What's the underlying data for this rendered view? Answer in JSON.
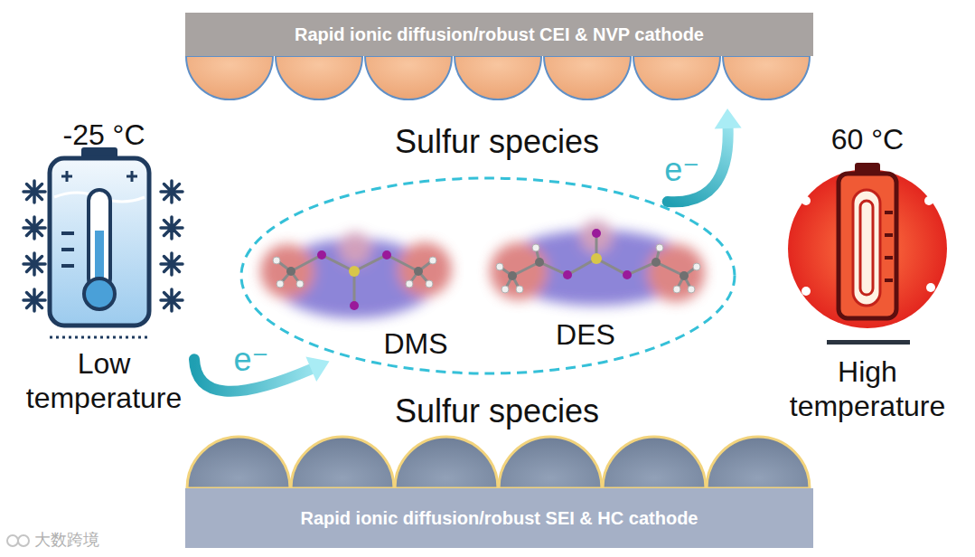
{
  "diagram": {
    "nodes": [
      {
        "text": [
          "Rapid ionic diffusion/robust CEI & NVP cathode"
        ]
      },
      {
        "text": [
          "-25 °C",
          "Low temperature"
        ]
      },
      {
        "text": [
          "DMS",
          "DES"
        ]
      },
      {
        "text": [
          "60 °C",
          "High temperature"
        ]
      },
      {
        "text": [
          "Rapid ionic diffusion/robust SEI & HC cathode"
        ]
      }
    ],
    "edges": [
      {
        "from": 1,
        "to": 2,
        "label": "e⁻",
        "arrow": "to"
      },
      {
        "from": 2,
        "to": 0,
        "label": "e⁻",
        "arrow": "to"
      }
    ],
    "labels": [
      "Sulfur species",
      "Sulfur species",
      "大数跨境"
    ]
  }
}
